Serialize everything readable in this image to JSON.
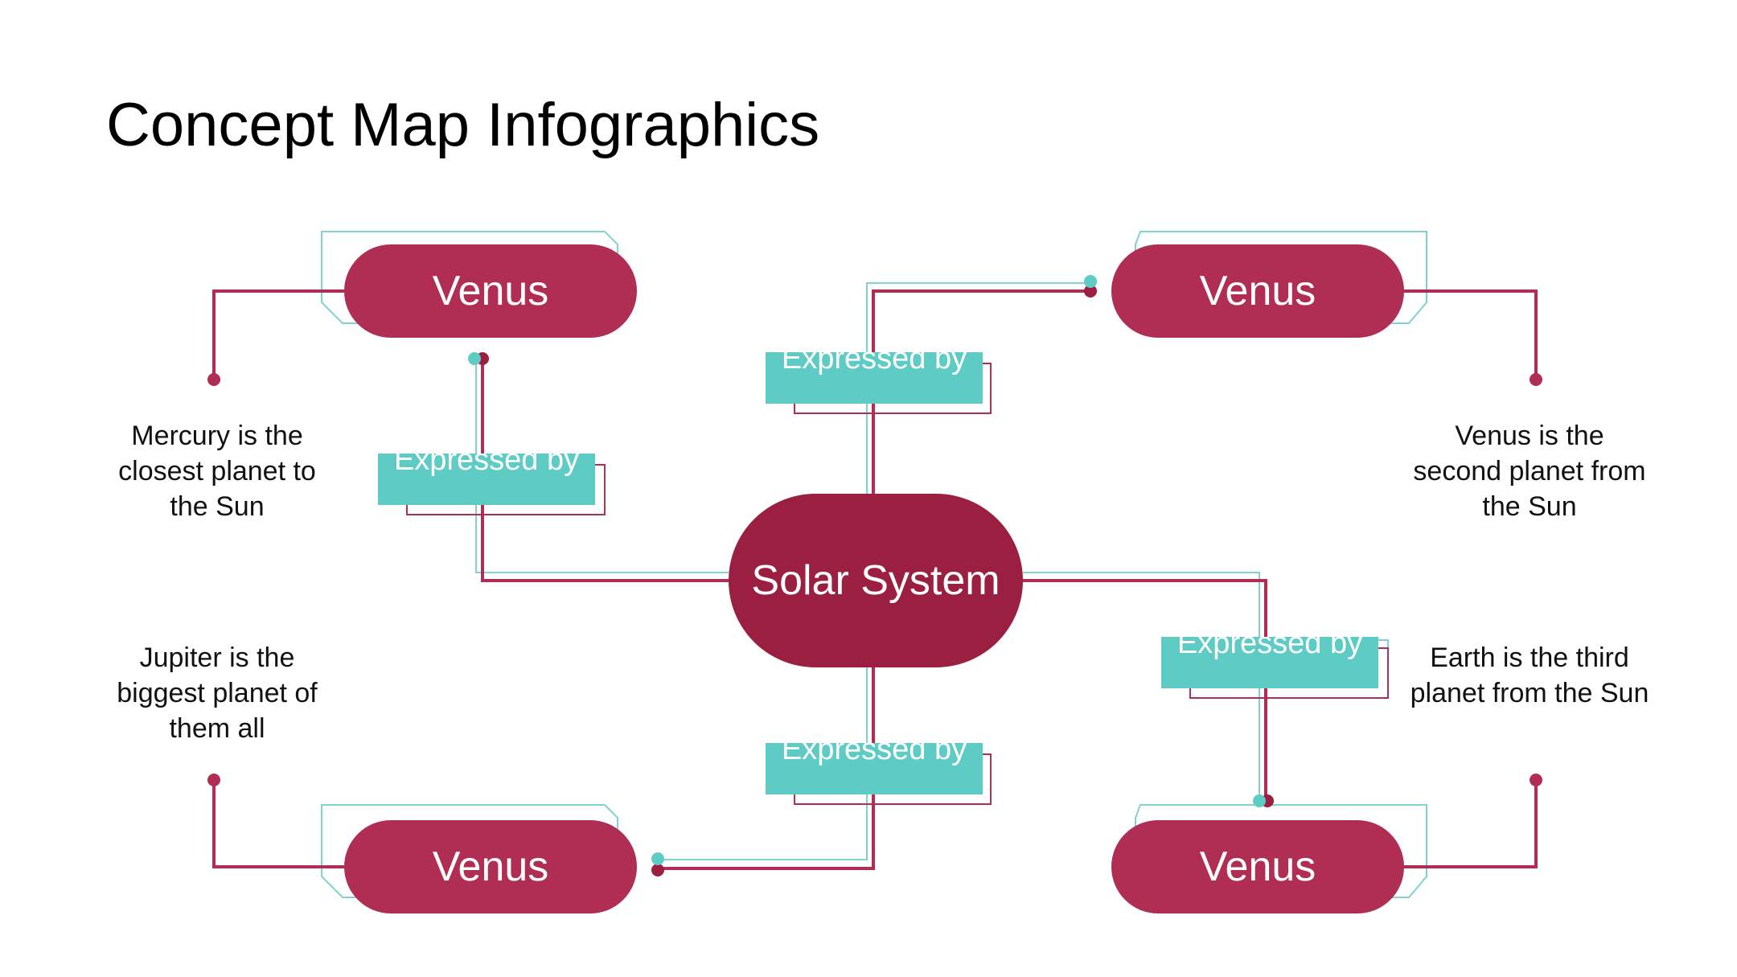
{
  "title": "Concept Map Infographics",
  "center": "Solar System",
  "nodes": [
    "Venus",
    "Venus",
    "Venus",
    "Venus"
  ],
  "connector_label": "Expressed by",
  "descriptions": [
    "Mercury is the closest planet to the Sun",
    "Venus is the second planet from the Sun",
    "Jupiter is the biggest planet of them all",
    "Earth is the third planet from the Sun"
  ],
  "colors": {
    "node": "#b02d54",
    "center": "#9b1f41",
    "label": "#5ecbc5",
    "line": "#b02d54",
    "outline": "#80d2d0"
  }
}
